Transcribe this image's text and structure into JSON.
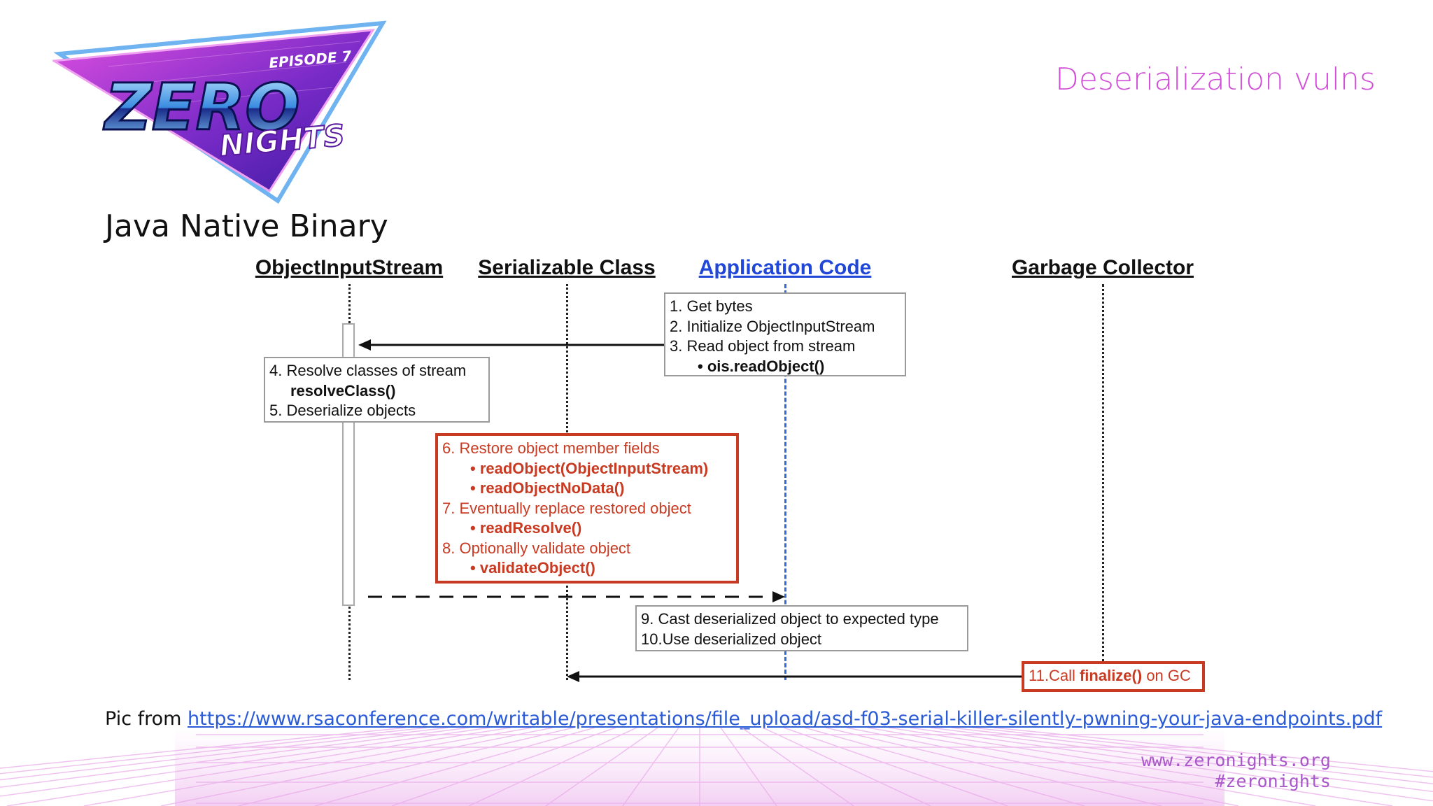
{
  "slide": {
    "title": "Deserialization vulns",
    "heading": "Java Native Binary",
    "logo": {
      "episode": "EPISODE 7",
      "word1": "ZERO",
      "word2": "NIGHTS"
    }
  },
  "diagram": {
    "lanes": [
      "ObjectInputStream",
      "Serializable Class",
      "Application Code",
      "Garbage Collector"
    ],
    "box_app": {
      "line1": "1.  Get bytes",
      "line2": "2.  Initialize ObjectInputStream",
      "line3": "3.  Read object from stream",
      "line4": "ois.readObject()"
    },
    "box_ois": {
      "line1": "4.  Resolve classes of stream",
      "line2": "resolveClass()",
      "line3": "5.  Deserialize objects"
    },
    "box_red": {
      "line1": "6. Restore object member fields",
      "line2": "readObject(ObjectInputStream)",
      "line3": "readObjectNoData()",
      "line4": "7. Eventually replace restored object",
      "line5": "readResolve()",
      "line6": "8. Optionally validate object",
      "line7": "validateObject()"
    },
    "box_use": {
      "line1": "9. Cast deserialized object to expected type",
      "line2": "10.Use deserialized object"
    },
    "box_gc": {
      "pre": "11.Call ",
      "method": "finalize()",
      "post": " on GC"
    }
  },
  "source": {
    "prefix": "Pic from ",
    "url": "https://www.rsaconference.com/writable/presentations/file_upload/asd-f03-serial-killer-silently-pwning-your-java-endpoints.pdf"
  },
  "footer": {
    "site": "www.zeronights.org",
    "hashtag": "#zeronights"
  },
  "colors": {
    "title_magenta": "#d14fd8",
    "red_box": "#c83a22",
    "link_blue": "#2a5bd7",
    "lane_blue": "#2047d8"
  }
}
